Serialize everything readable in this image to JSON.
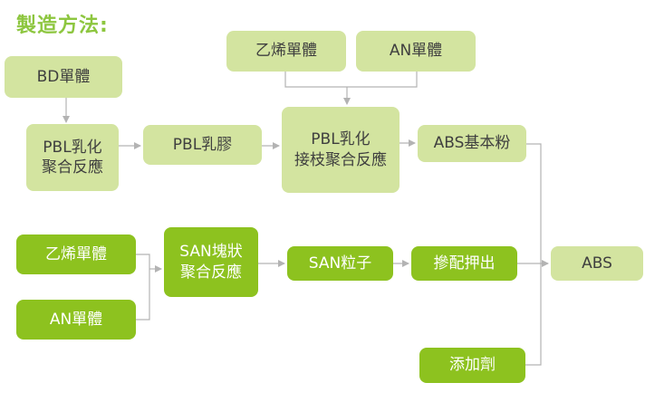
{
  "title": "製造方法:",
  "nodes": {
    "ethylene_styrene_top": "乙烯單體",
    "an_top": "AN單體",
    "bd": "BD單體",
    "pbl_emulsion": "PBL乳化\n聚合反應",
    "pbl_latex": "PBL乳膠",
    "pbl_graft": "PBL乳化\n接枝聚合反應",
    "abs_base": "ABS基本粉",
    "ethylene_styrene_bottom": "乙烯單體",
    "an_bottom": "AN單體",
    "san_block": "SAN塊狀\n聚合反應",
    "san_pellet": "SAN粒子",
    "mixing_extrusion": "摻配押出",
    "abs": "ABS",
    "additive": "添加劑"
  },
  "colors": {
    "light": "#d3e4a0",
    "dark": "#8dc21f",
    "line": "#b3b3b3",
    "title": "#8dc63f"
  }
}
